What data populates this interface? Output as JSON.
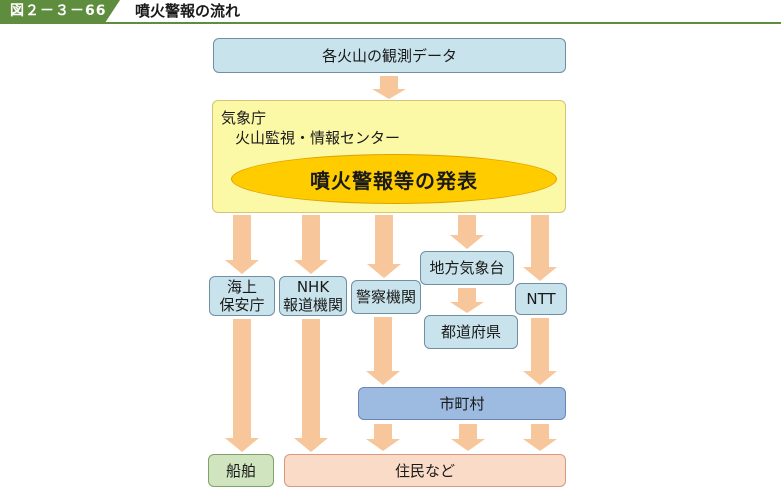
{
  "header": {
    "figure_label": "図２－３－66",
    "title": "噴火警報の流れ"
  },
  "nodes": {
    "observation": "各火山の観測データ",
    "jma_l1": "気象庁",
    "jma_l2": "火山監視・情報センター",
    "announcement": "噴火警報等の発表",
    "coast_guard": "海上\n保安庁",
    "nhk": "NHK\n報道機関",
    "police": "警察機関",
    "local_met": "地方気象台",
    "ntt": "NTT",
    "prefecture": "都道府県",
    "municipality": "市町村",
    "ships": "船舶",
    "residents": "住民など"
  }
}
